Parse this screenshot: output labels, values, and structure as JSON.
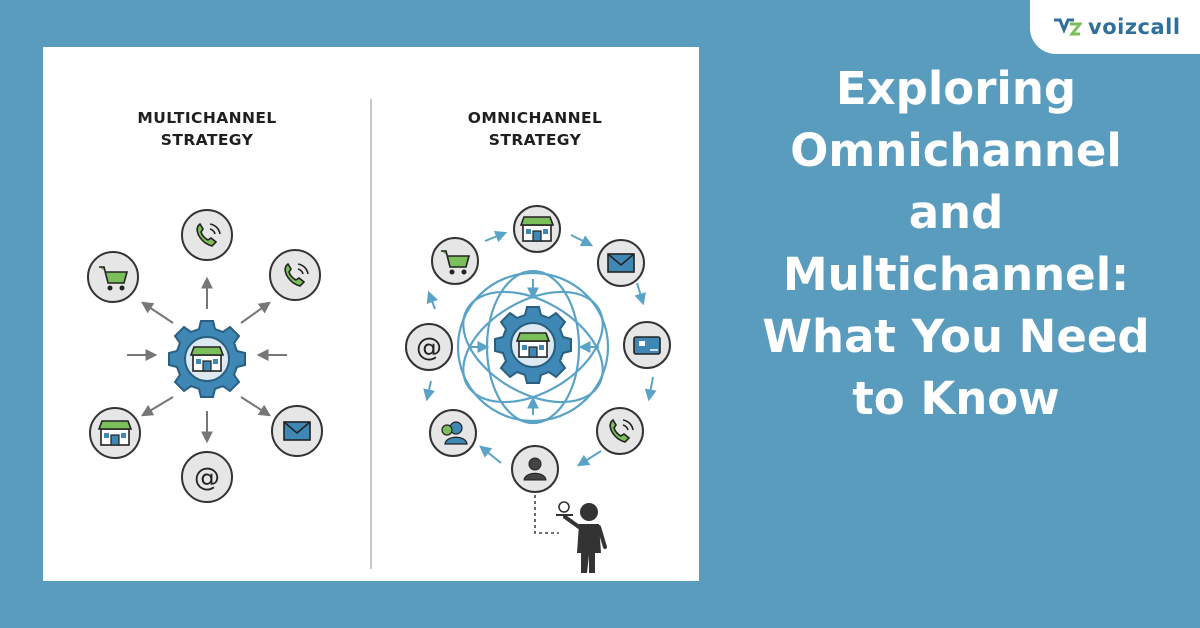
{
  "brand": {
    "name": "voizcall",
    "accent": "#2e6f9b"
  },
  "headline": {
    "lines": [
      "Exploring",
      "Omnichannel",
      "and",
      "Multichannel:",
      "What You Need",
      "to Know"
    ]
  },
  "diagram": {
    "left_title": [
      "MULTICHANNEL",
      "STRATEGY"
    ],
    "right_title": [
      "OMNICHANNEL",
      "STRATEGY"
    ],
    "hub_icon": "store-icon",
    "left_channels": [
      "phone-icon",
      "phone-icon",
      "envelope-icon",
      "at-sign-icon",
      "store-icon",
      "shopping-cart-icon"
    ],
    "right_channels": [
      "store-icon",
      "envelope-icon",
      "credit-card-icon",
      "phone-icon",
      "user-icon",
      "users-icon",
      "at-sign-icon",
      "shopping-cart-icon"
    ],
    "colors": {
      "gear": "#3f88b5",
      "arrow": "#7a7a7a",
      "flow": "#5aa3c7",
      "store_roof": "#7bbf5b",
      "background": "#5a9cbd"
    }
  }
}
